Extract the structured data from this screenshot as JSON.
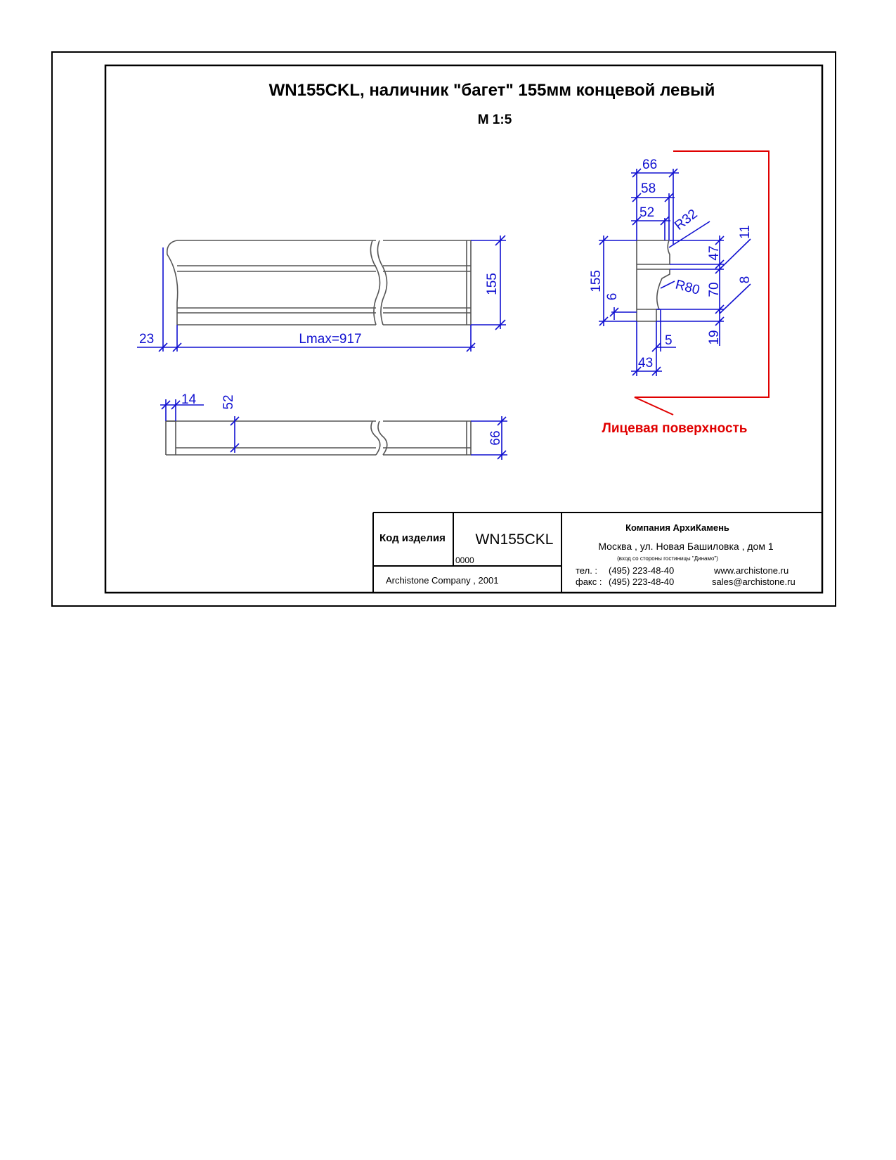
{
  "title": "WN155CKL, наличник \"багет\" 155мм концевой левый",
  "scale": "M 1:5",
  "front_view": {
    "dim_height": "155",
    "dim_left": "23",
    "dim_length": "Lmax=917"
  },
  "top_view": {
    "dim_14": "14",
    "dim_52": "52",
    "dim_66": "66"
  },
  "profile": {
    "dim_66": "66",
    "dim_58": "58",
    "dim_52": "52",
    "radius_32": "R32",
    "radius_80": "R80",
    "dim_155": "155",
    "dim_6": "6",
    "dim_47": "47",
    "dim_11": "11",
    "dim_70": "70",
    "dim_8": "8",
    "dim_19": "19",
    "dim_5": "5",
    "dim_43": "43",
    "face_label": "Лицевая поверхность"
  },
  "title_block": {
    "code_label": "Код изделия",
    "code_value": "WN155CKL",
    "code_number": "0000",
    "copyright": "Archistone  Company ,  2001",
    "company": "Компания  АрхиКамень",
    "address": "Москва , ул. Новая Башиловка , дом 1",
    "address_note": "(вход со стороны гостиницы \"Динамо\")",
    "phone_label": "тел.   :",
    "phone": "(495) 223-48-40",
    "fax_label": "факс :",
    "fax": "(495) 223-48-40",
    "website": "www.archistone.ru",
    "email": "sales@archistone.ru"
  },
  "colors": {
    "dimension": "#1010d0",
    "face": "#e00000",
    "outline": "#555555"
  }
}
